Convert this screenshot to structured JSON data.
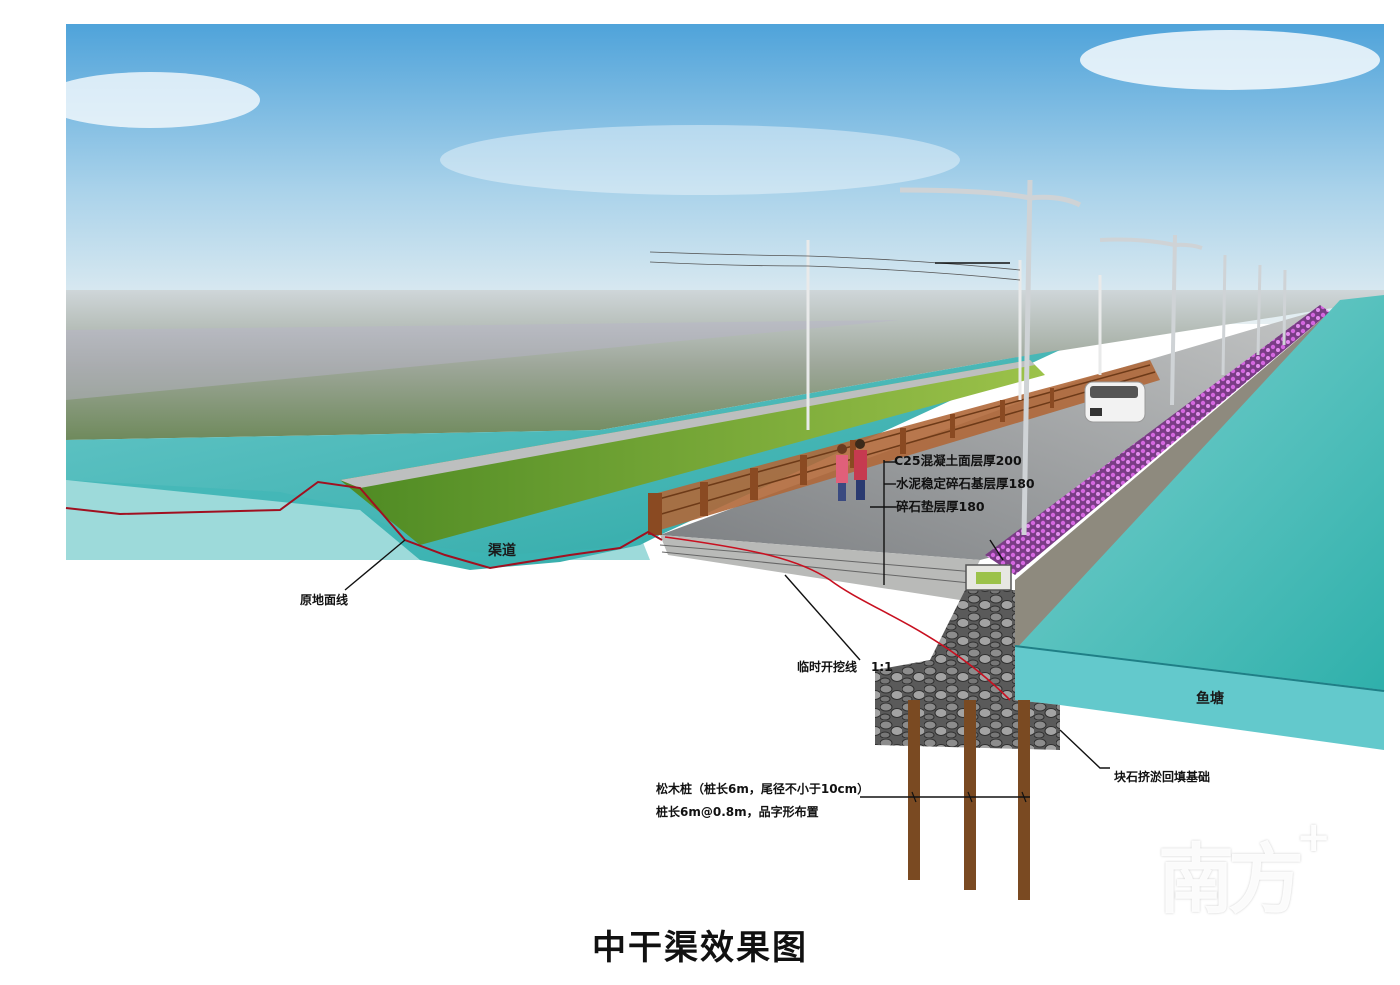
{
  "title": "中干渠效果图",
  "labels": {
    "canal": "渠道",
    "fish_pond": "鱼塘",
    "original_ground": "原地面线",
    "excavation": "临时开挖线",
    "slope": "1:1",
    "layer_1": "C25混凝土面层厚200",
    "layer_2": "水泥稳定碎石基层厚180",
    "layer_3": "碎石垫层厚180",
    "rock_fill": "块石挤淤回填基础",
    "pile_1": "松木桩（桩长6m，尾径不小于10cm）",
    "pile_2": "桩长6m@0.8m，品字形布置"
  },
  "watermark": {
    "text": "南方",
    "plus": "+"
  },
  "colors": {
    "sky_top": "#5aa8dc",
    "sky_bottom": "#e3eef3",
    "water": "#3fb8b8",
    "grass": "#5f9a2a",
    "road": "#8c8f91",
    "railing": "#b0683a",
    "flowers": "#b845c8",
    "pile": "#7a4a22",
    "ground_line": "#a01020"
  }
}
